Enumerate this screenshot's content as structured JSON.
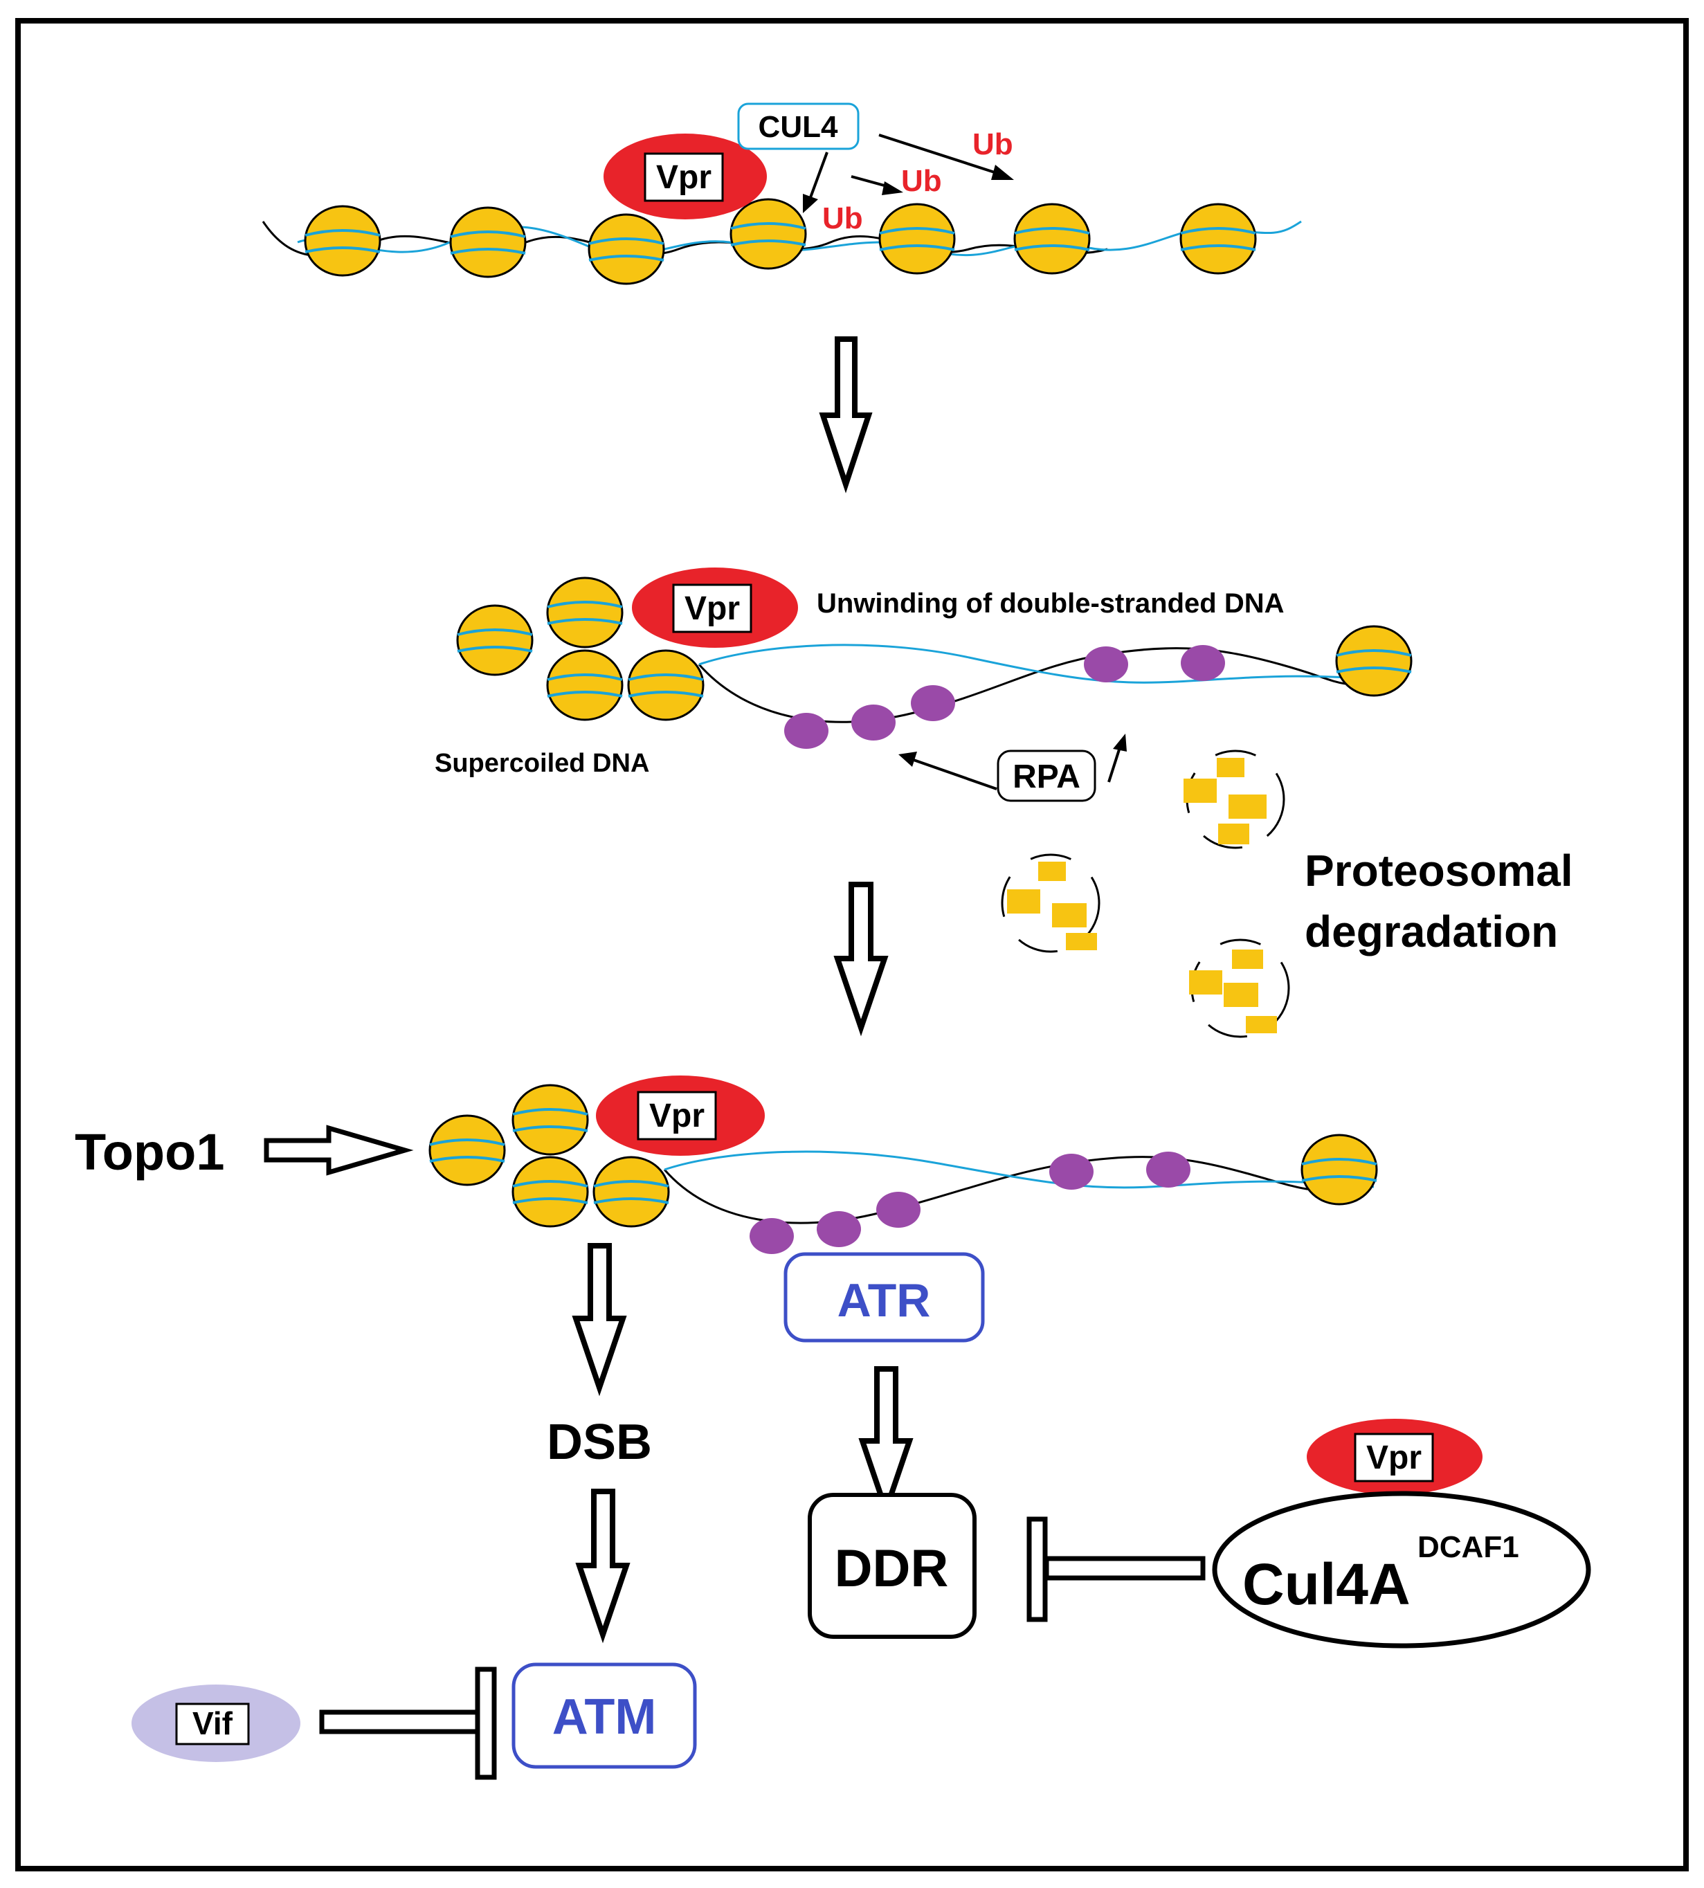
{
  "labels": {
    "cul4": "CUL4",
    "vpr": "Vpr",
    "ub": "Ub",
    "unwinding": "Unwinding of double-stranded DNA",
    "supercoiled": "Supercoiled DNA",
    "rpa": "RPA",
    "proteosomal_line1": "Proteosomal",
    "proteosomal_line2": "degradation",
    "topo1": "Topo1",
    "atr": "ATR",
    "dsb": "DSB",
    "ddr": "DDR",
    "atm": "ATM",
    "vif": "Vif",
    "cul4a": "Cul4A",
    "dcaf1": "DCAF1"
  },
  "colors": {
    "nucleosome": "#f7c412",
    "dna_blue": "#1aa3d9",
    "vpr_red": "#e8232a",
    "ub_red": "#e8232a",
    "rpa_purple": "#9a4aa8",
    "kinase_blue": "#3d4fc7",
    "vif_lavender": "#c5c0e6",
    "frame": "#000000"
  }
}
